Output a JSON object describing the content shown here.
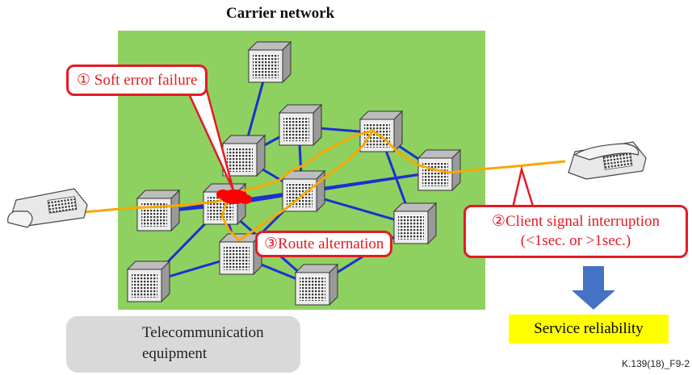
{
  "title": "Carrier network",
  "callouts": {
    "soft_error": "① Soft error failure",
    "client_line1": "②Client signal interruption",
    "client_line2": "(<1sec. or >1sec.)",
    "route": "③Route alternation"
  },
  "result": "Service reliability",
  "legend": {
    "line1": "Telecommunication",
    "line2": "equipment"
  },
  "figure_ref": "K.139(18)_F9-2",
  "colors": {
    "network_area": "#8ed160",
    "link": "#1f2fd0",
    "route": "#f7a800",
    "failure": "#ff0000",
    "callout_border": "#e31b23",
    "arrow": "#4472c4",
    "result_bg": "#ffff00"
  },
  "nodes": [
    {
      "id": "n1"
    },
    {
      "id": "n2"
    },
    {
      "id": "n3"
    },
    {
      "id": "n4"
    },
    {
      "id": "n5"
    },
    {
      "id": "n6"
    },
    {
      "id": "n7"
    },
    {
      "id": "n8"
    },
    {
      "id": "n9"
    },
    {
      "id": "n10"
    },
    {
      "id": "n11"
    },
    {
      "id": "n12"
    }
  ],
  "links": [
    [
      "n1",
      "n2"
    ],
    [
      "n2",
      "n3"
    ],
    [
      "n3",
      "n4"
    ],
    [
      "n3",
      "n5"
    ],
    [
      "n5",
      "n6"
    ],
    [
      "n4",
      "n6"
    ],
    [
      "n2",
      "n4"
    ],
    [
      "n4",
      "n7"
    ],
    [
      "n7",
      "n5"
    ],
    [
      "n6",
      "n8"
    ],
    [
      "n7",
      "n9"
    ],
    [
      "n9",
      "n10"
    ],
    [
      "n4",
      "n10"
    ],
    [
      "n4",
      "n11"
    ],
    [
      "n9",
      "n11"
    ],
    [
      "n10",
      "n11"
    ],
    [
      "n10",
      "n12"
    ],
    [
      "n11",
      "n12"
    ],
    [
      "n8",
      "n11"
    ]
  ]
}
